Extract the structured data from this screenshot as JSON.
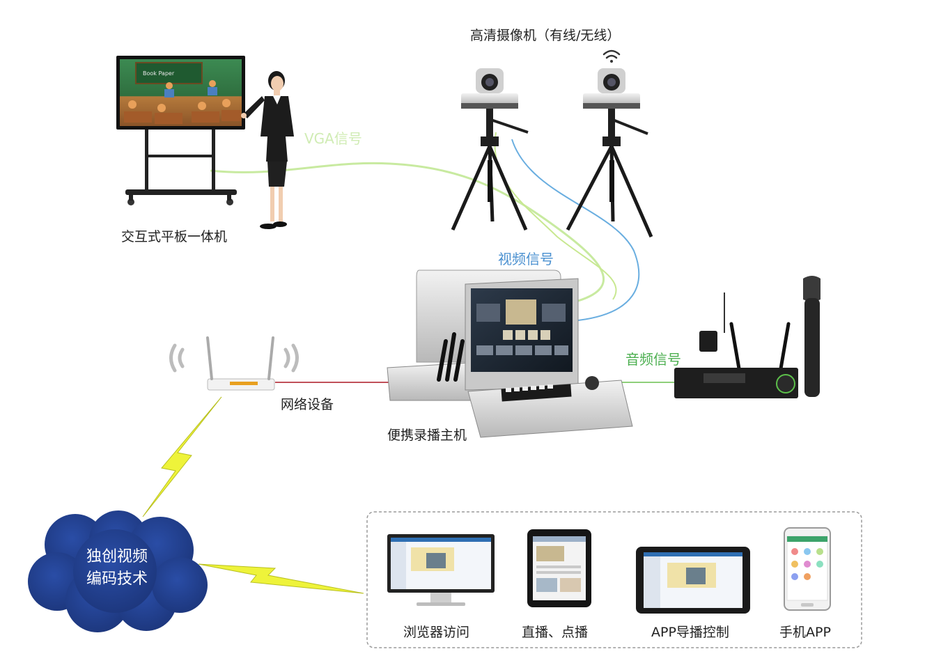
{
  "labels": {
    "cameras_title": "高清摄像机（有线/无线）",
    "board": "交互式平板一体机",
    "network": "网络设备",
    "host": "便携录播主机"
  },
  "signals": {
    "vga": "VGA信号",
    "video": "视频信号",
    "audio": "音频信号"
  },
  "cloud": {
    "line1": "独创视频",
    "line2": "编码技术"
  },
  "clients": [
    {
      "label": "浏览器访问",
      "icon": "desktop-monitor-icon"
    },
    {
      "label": "直播、点播",
      "icon": "tablet-icon"
    },
    {
      "label": "APP导播控制",
      "icon": "landscape-tablet-icon"
    },
    {
      "label": "手机APP",
      "icon": "smartphone-icon"
    }
  ],
  "colors": {
    "vga_line": "#b8e08c",
    "video_line": "#5aa0d8",
    "audio_line": "#6cbf5a",
    "network_line": "#c0392b",
    "cloud": "#213f8f",
    "lightning": "#e8f020",
    "video_text": "#4a90d0",
    "audio_text": "#4caf50"
  }
}
